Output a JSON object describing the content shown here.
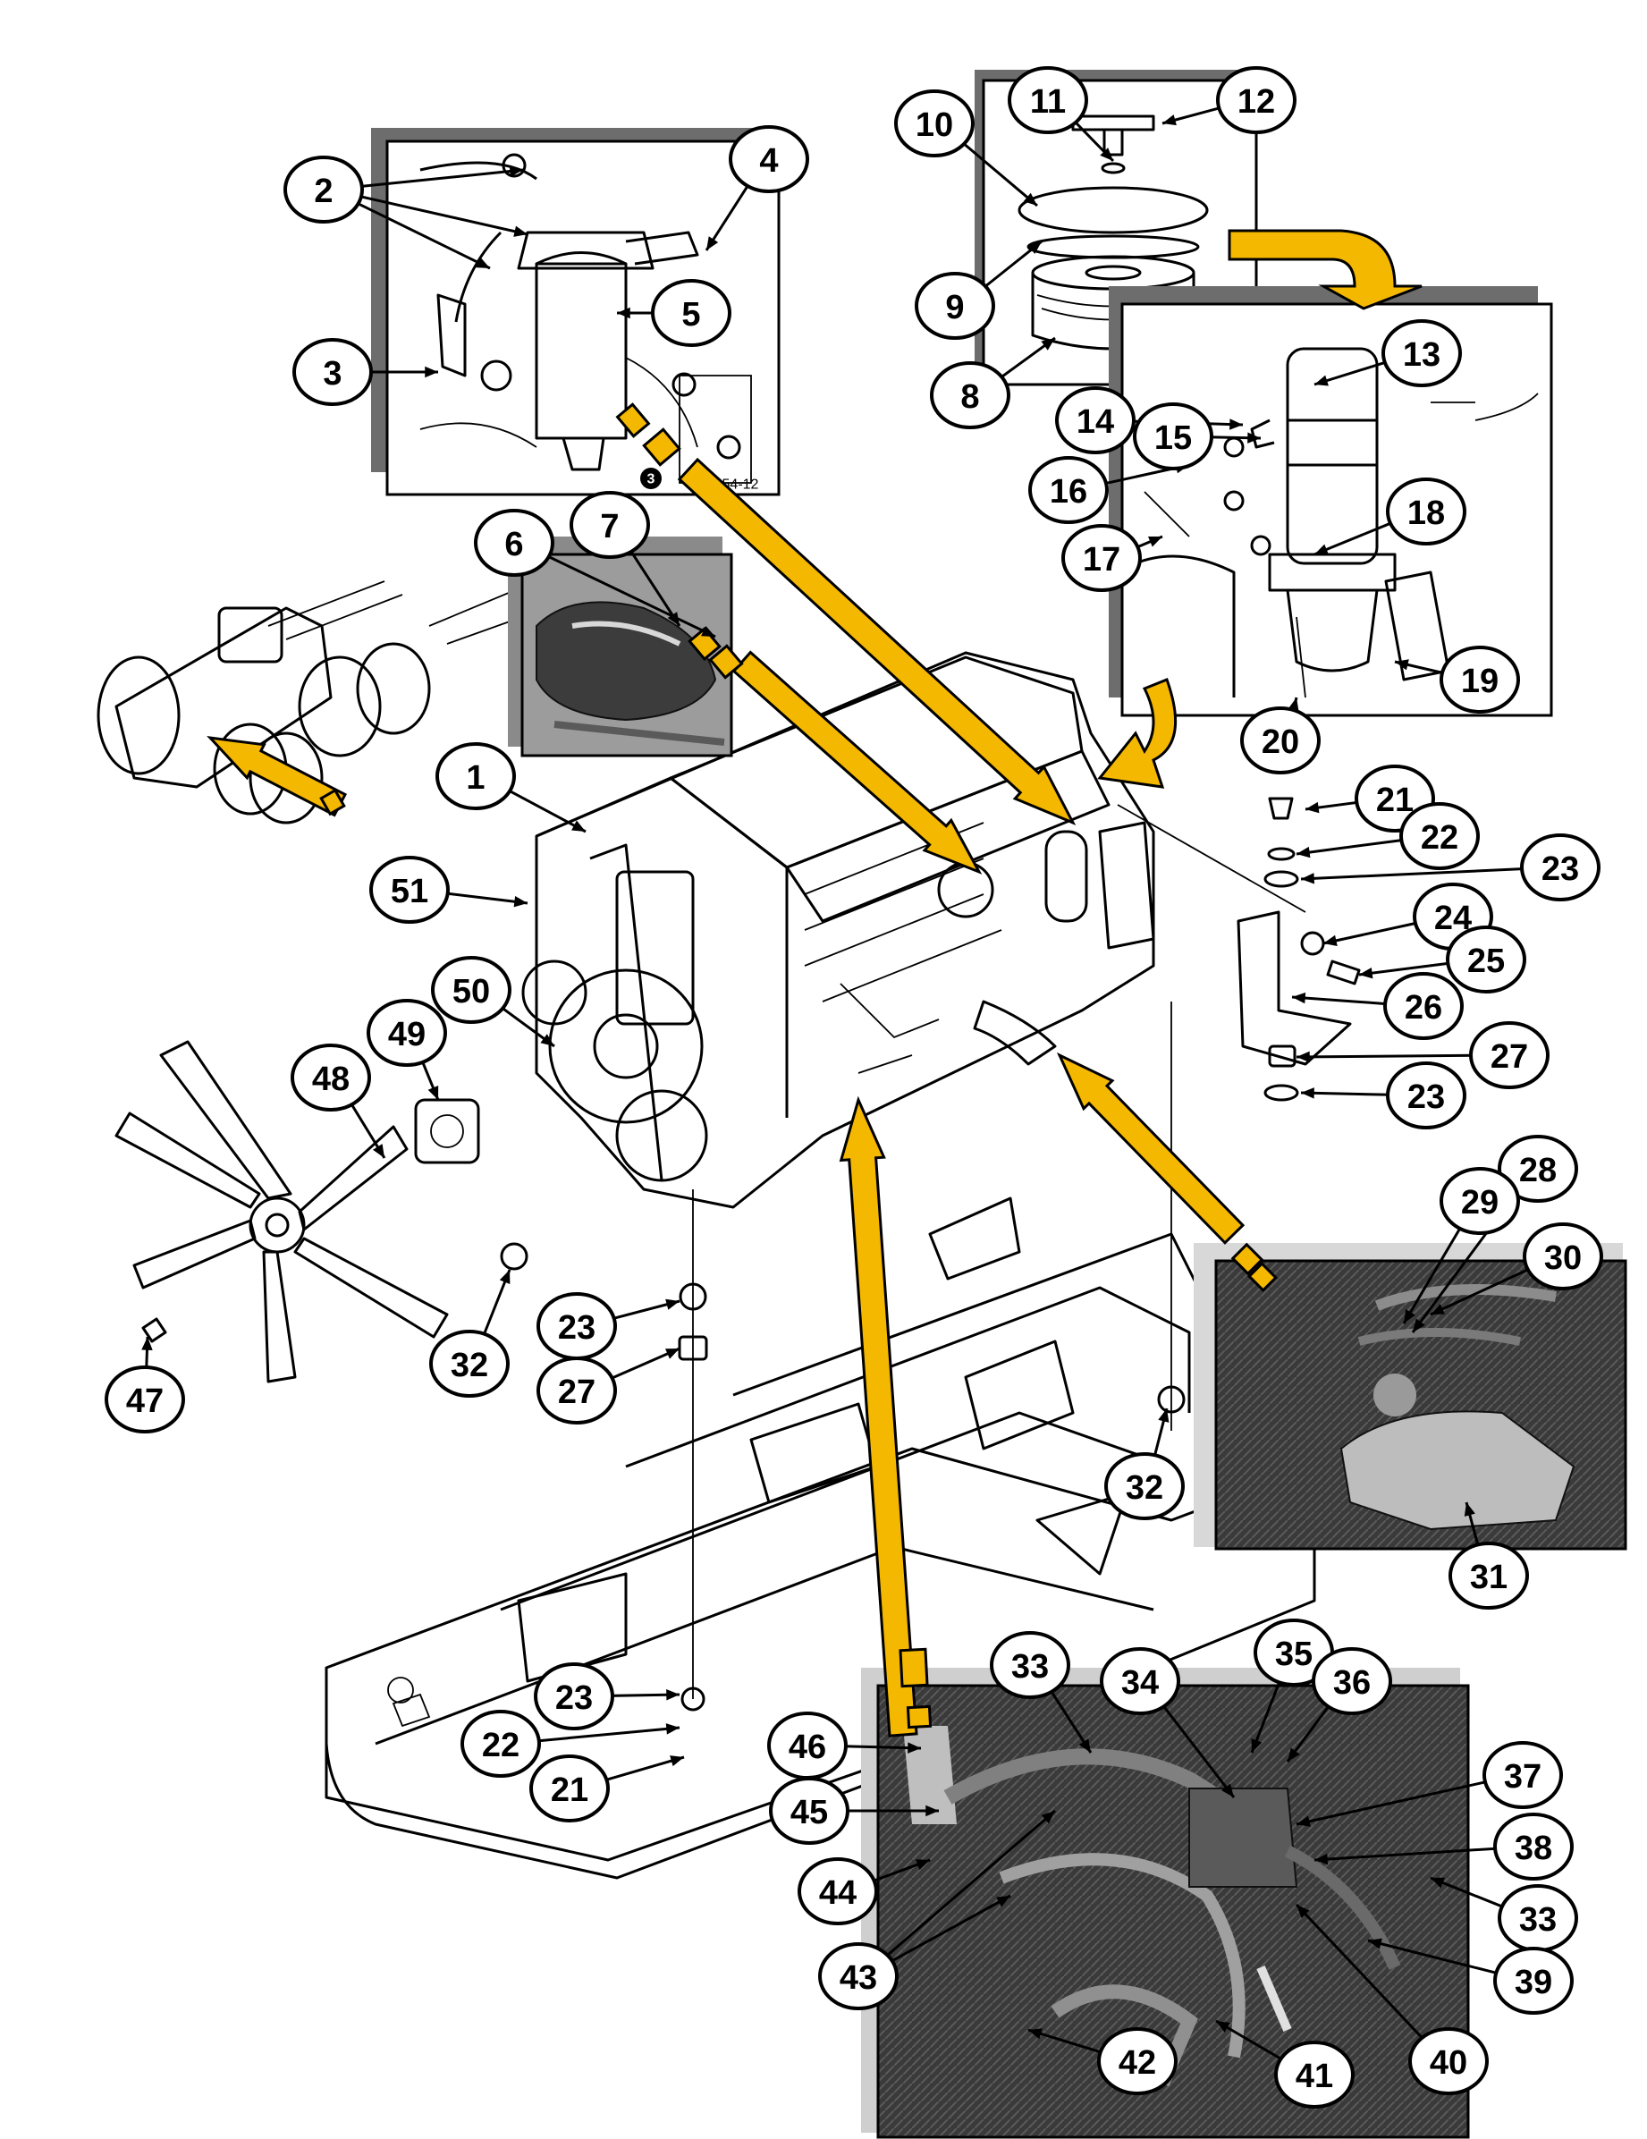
{
  "colors": {
    "arrow_fill": "#f5b800",
    "arrow_stroke": "#000000",
    "line": "#000000",
    "inset_shadow": "#6d6d6d",
    "photo_dark": "#2d2d2d",
    "background": "#ffffff"
  },
  "inset_codes": {
    "filter_photo_code": "3",
    "filter_photo_tag": "54-12"
  },
  "callouts": [
    {
      "id": "1"
    },
    {
      "id": "2"
    },
    {
      "id": "3"
    },
    {
      "id": "4"
    },
    {
      "id": "5"
    },
    {
      "id": "6"
    },
    {
      "id": "7"
    },
    {
      "id": "8"
    },
    {
      "id": "9"
    },
    {
      "id": "10"
    },
    {
      "id": "11"
    },
    {
      "id": "12"
    },
    {
      "id": "13"
    },
    {
      "id": "14"
    },
    {
      "id": "15"
    },
    {
      "id": "16"
    },
    {
      "id": "17"
    },
    {
      "id": "18"
    },
    {
      "id": "19"
    },
    {
      "id": "20"
    },
    {
      "id": "21"
    },
    {
      "id": "22"
    },
    {
      "id": "23"
    },
    {
      "id": "24"
    },
    {
      "id": "25"
    },
    {
      "id": "26"
    },
    {
      "id": "27"
    },
    {
      "id": "23"
    },
    {
      "id": "28"
    },
    {
      "id": "29"
    },
    {
      "id": "30"
    },
    {
      "id": "31"
    },
    {
      "id": "32"
    },
    {
      "id": "23"
    },
    {
      "id": "27"
    },
    {
      "id": "32"
    },
    {
      "id": "47"
    },
    {
      "id": "48"
    },
    {
      "id": "49"
    },
    {
      "id": "50"
    },
    {
      "id": "51"
    },
    {
      "id": "23"
    },
    {
      "id": "22"
    },
    {
      "id": "21"
    },
    {
      "id": "33"
    },
    {
      "id": "34"
    },
    {
      "id": "35"
    },
    {
      "id": "36"
    },
    {
      "id": "37"
    },
    {
      "id": "38"
    },
    {
      "id": "33"
    },
    {
      "id": "39"
    },
    {
      "id": "40"
    },
    {
      "id": "41"
    },
    {
      "id": "42"
    },
    {
      "id": "43"
    },
    {
      "id": "44"
    },
    {
      "id": "45"
    },
    {
      "id": "46"
    }
  ]
}
